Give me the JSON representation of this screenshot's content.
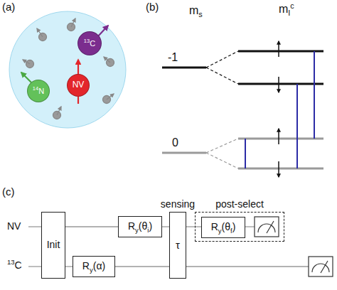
{
  "diagram": {
    "nodes": [
      {
        "text": [
          "13C"
        ]
      },
      {
        "text": [
          "NV"
        ]
      },
      {
        "text": [
          "14N"
        ]
      },
      {
        "text": [
          "Init"
        ]
      },
      {
        "text": [
          "Ry(α)"
        ]
      },
      {
        "text": [
          "Ry(θi)"
        ]
      },
      {
        "text": [
          "τ",
          "sensing"
        ]
      },
      {
        "text": [
          "post-select"
        ]
      },
      {
        "text": [
          "Ry(θf)"
        ],
        "in": 7
      }
    ],
    "edges": [
      {
        "from": 3,
        "to": 5,
        "arrow": "none"
      },
      {
        "from": 5,
        "to": 6,
        "arrow": "none"
      },
      {
        "from": 6,
        "to": 8,
        "arrow": "none"
      },
      {
        "from": 3,
        "to": 4,
        "arrow": "none"
      },
      {
        "from": 4,
        "to": 6,
        "arrow": "none"
      }
    ],
    "labels": [
      "(a)",
      "(b)",
      "(c)",
      "ms",
      "mIc",
      "-1",
      "0",
      "NV",
      "13C"
    ]
  }
}
